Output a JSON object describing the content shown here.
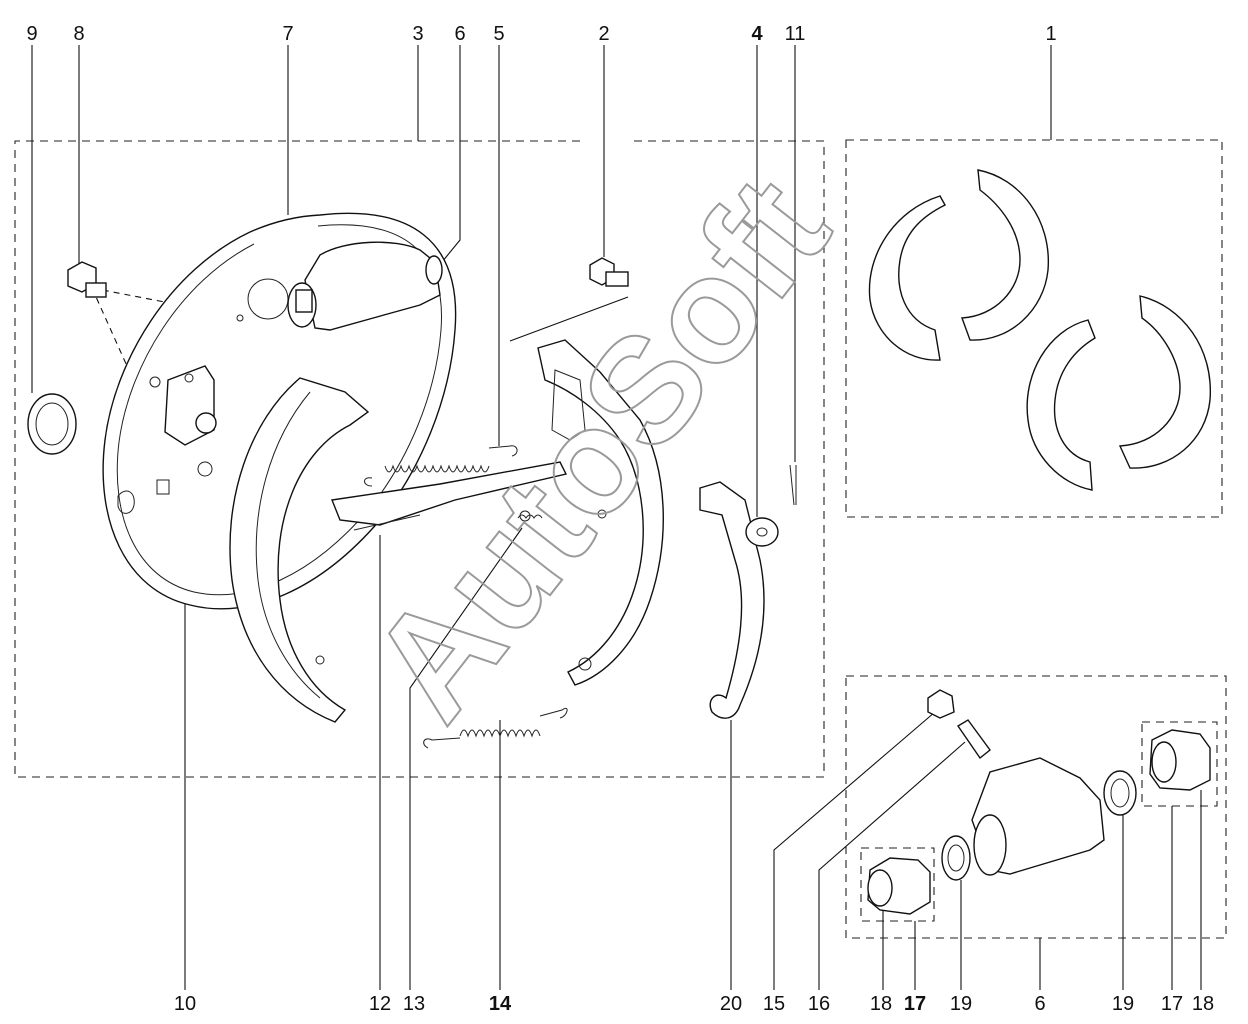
{
  "watermark": {
    "text": "AutoSoft"
  },
  "callouts": {
    "top": [
      {
        "id": "c9",
        "label": "9",
        "bold": false
      },
      {
        "id": "c8",
        "label": "8",
        "bold": false
      },
      {
        "id": "c7",
        "label": "7",
        "bold": false
      },
      {
        "id": "c3",
        "label": "3",
        "bold": false
      },
      {
        "id": "c6",
        "label": "6",
        "bold": false
      },
      {
        "id": "c5",
        "label": "5",
        "bold": false
      },
      {
        "id": "c2",
        "label": "2",
        "bold": false
      },
      {
        "id": "c4",
        "label": "4",
        "bold": true
      },
      {
        "id": "c11",
        "label": "11",
        "bold": false
      },
      {
        "id": "c1",
        "label": "1",
        "bold": false
      }
    ],
    "bottom": [
      {
        "id": "c10",
        "label": "10",
        "bold": false
      },
      {
        "id": "c12",
        "label": "12",
        "bold": false
      },
      {
        "id": "c13",
        "label": "13",
        "bold": false
      },
      {
        "id": "c14",
        "label": "14",
        "bold": true
      },
      {
        "id": "c20",
        "label": "20",
        "bold": false
      },
      {
        "id": "c15",
        "label": "15",
        "bold": false
      },
      {
        "id": "c16",
        "label": "16",
        "bold": false
      },
      {
        "id": "c18a",
        "label": "18",
        "bold": false
      },
      {
        "id": "c17a",
        "label": "17",
        "bold": true
      },
      {
        "id": "c19a",
        "label": "19",
        "bold": false
      },
      {
        "id": "c6b",
        "label": "6",
        "bold": false
      },
      {
        "id": "c19b",
        "label": "19",
        "bold": false
      },
      {
        "id": "c17b",
        "label": "17",
        "bold": false
      },
      {
        "id": "c18b",
        "label": "18",
        "bold": false
      }
    ]
  }
}
